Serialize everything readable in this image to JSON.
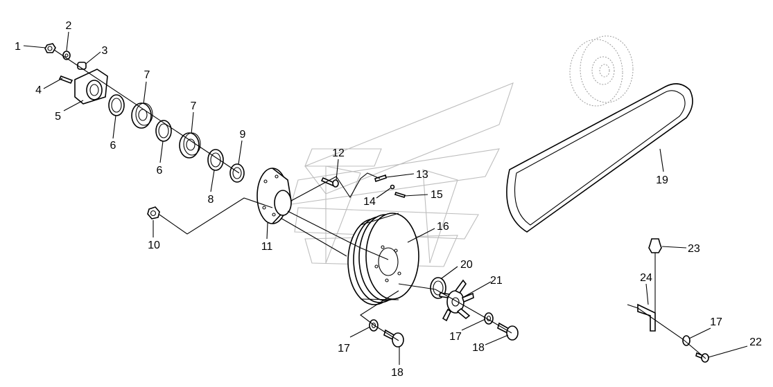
{
  "diagram": {
    "part_labels": [
      "1",
      "2",
      "3",
      "4",
      "5",
      "6",
      "7",
      "6",
      "7",
      "8",
      "9",
      "10",
      "11",
      "12",
      "13",
      "14",
      "15",
      "16",
      "17",
      "18",
      "19",
      "20",
      "21",
      "17",
      "18",
      "23",
      "24",
      "17",
      "22"
    ]
  }
}
